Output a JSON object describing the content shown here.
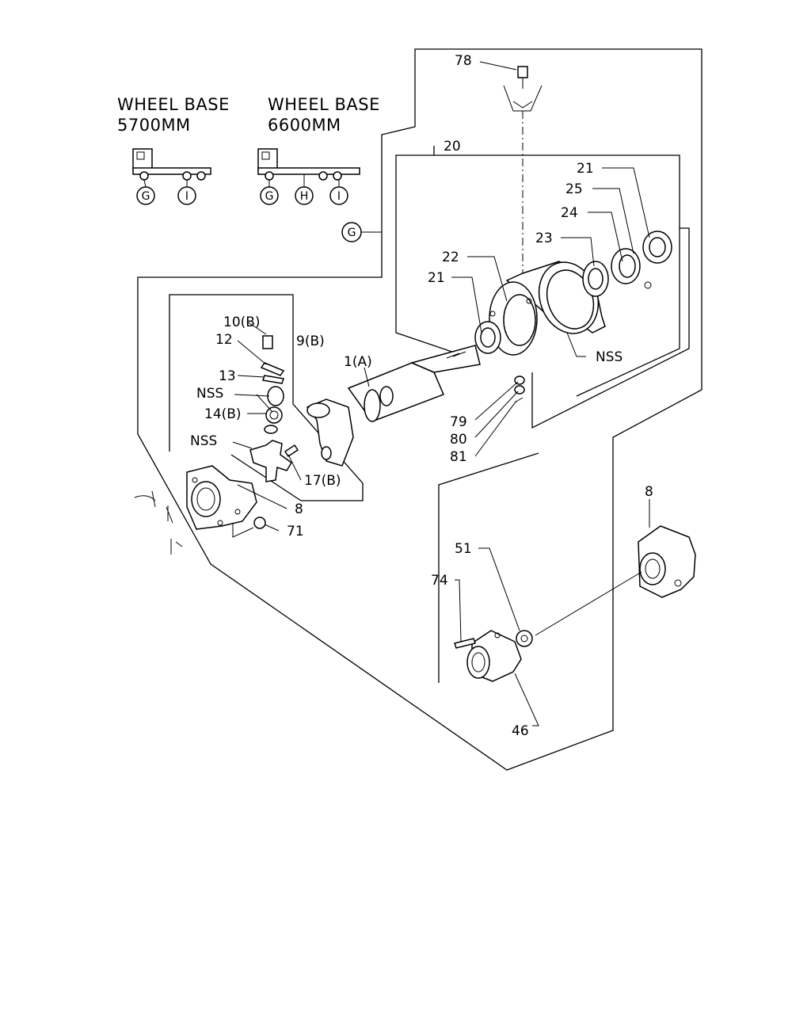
{
  "header": {
    "left": {
      "line1": "WHEEL BASE",
      "line2": "5700MM"
    },
    "right": {
      "line1": "WHEEL BASE",
      "line2": "6600MM"
    }
  },
  "truck_left": {
    "markers": [
      "G",
      "I"
    ]
  },
  "truck_right": {
    "markers": [
      "G",
      "H",
      "I"
    ]
  },
  "section_marker": "G",
  "callouts": {
    "p78": "78",
    "p20": "20",
    "p21a": "21",
    "p25": "25",
    "p24": "24",
    "p23": "23",
    "p22": "22",
    "p21b": "21",
    "nss_bracket": "NSS",
    "p10": "10(B)",
    "p12": "12",
    "p9": "9(B)",
    "p13": "13",
    "nss_a": "NSS",
    "p14": "14(B)",
    "nss_b": "NSS",
    "p1": "1(A)",
    "p79": "79",
    "p80": "80",
    "p81": "81",
    "p17": "17(B)",
    "p8a": "8",
    "p71": "71",
    "p8b": "8",
    "p51": "51",
    "p74": "74",
    "p46": "46"
  }
}
